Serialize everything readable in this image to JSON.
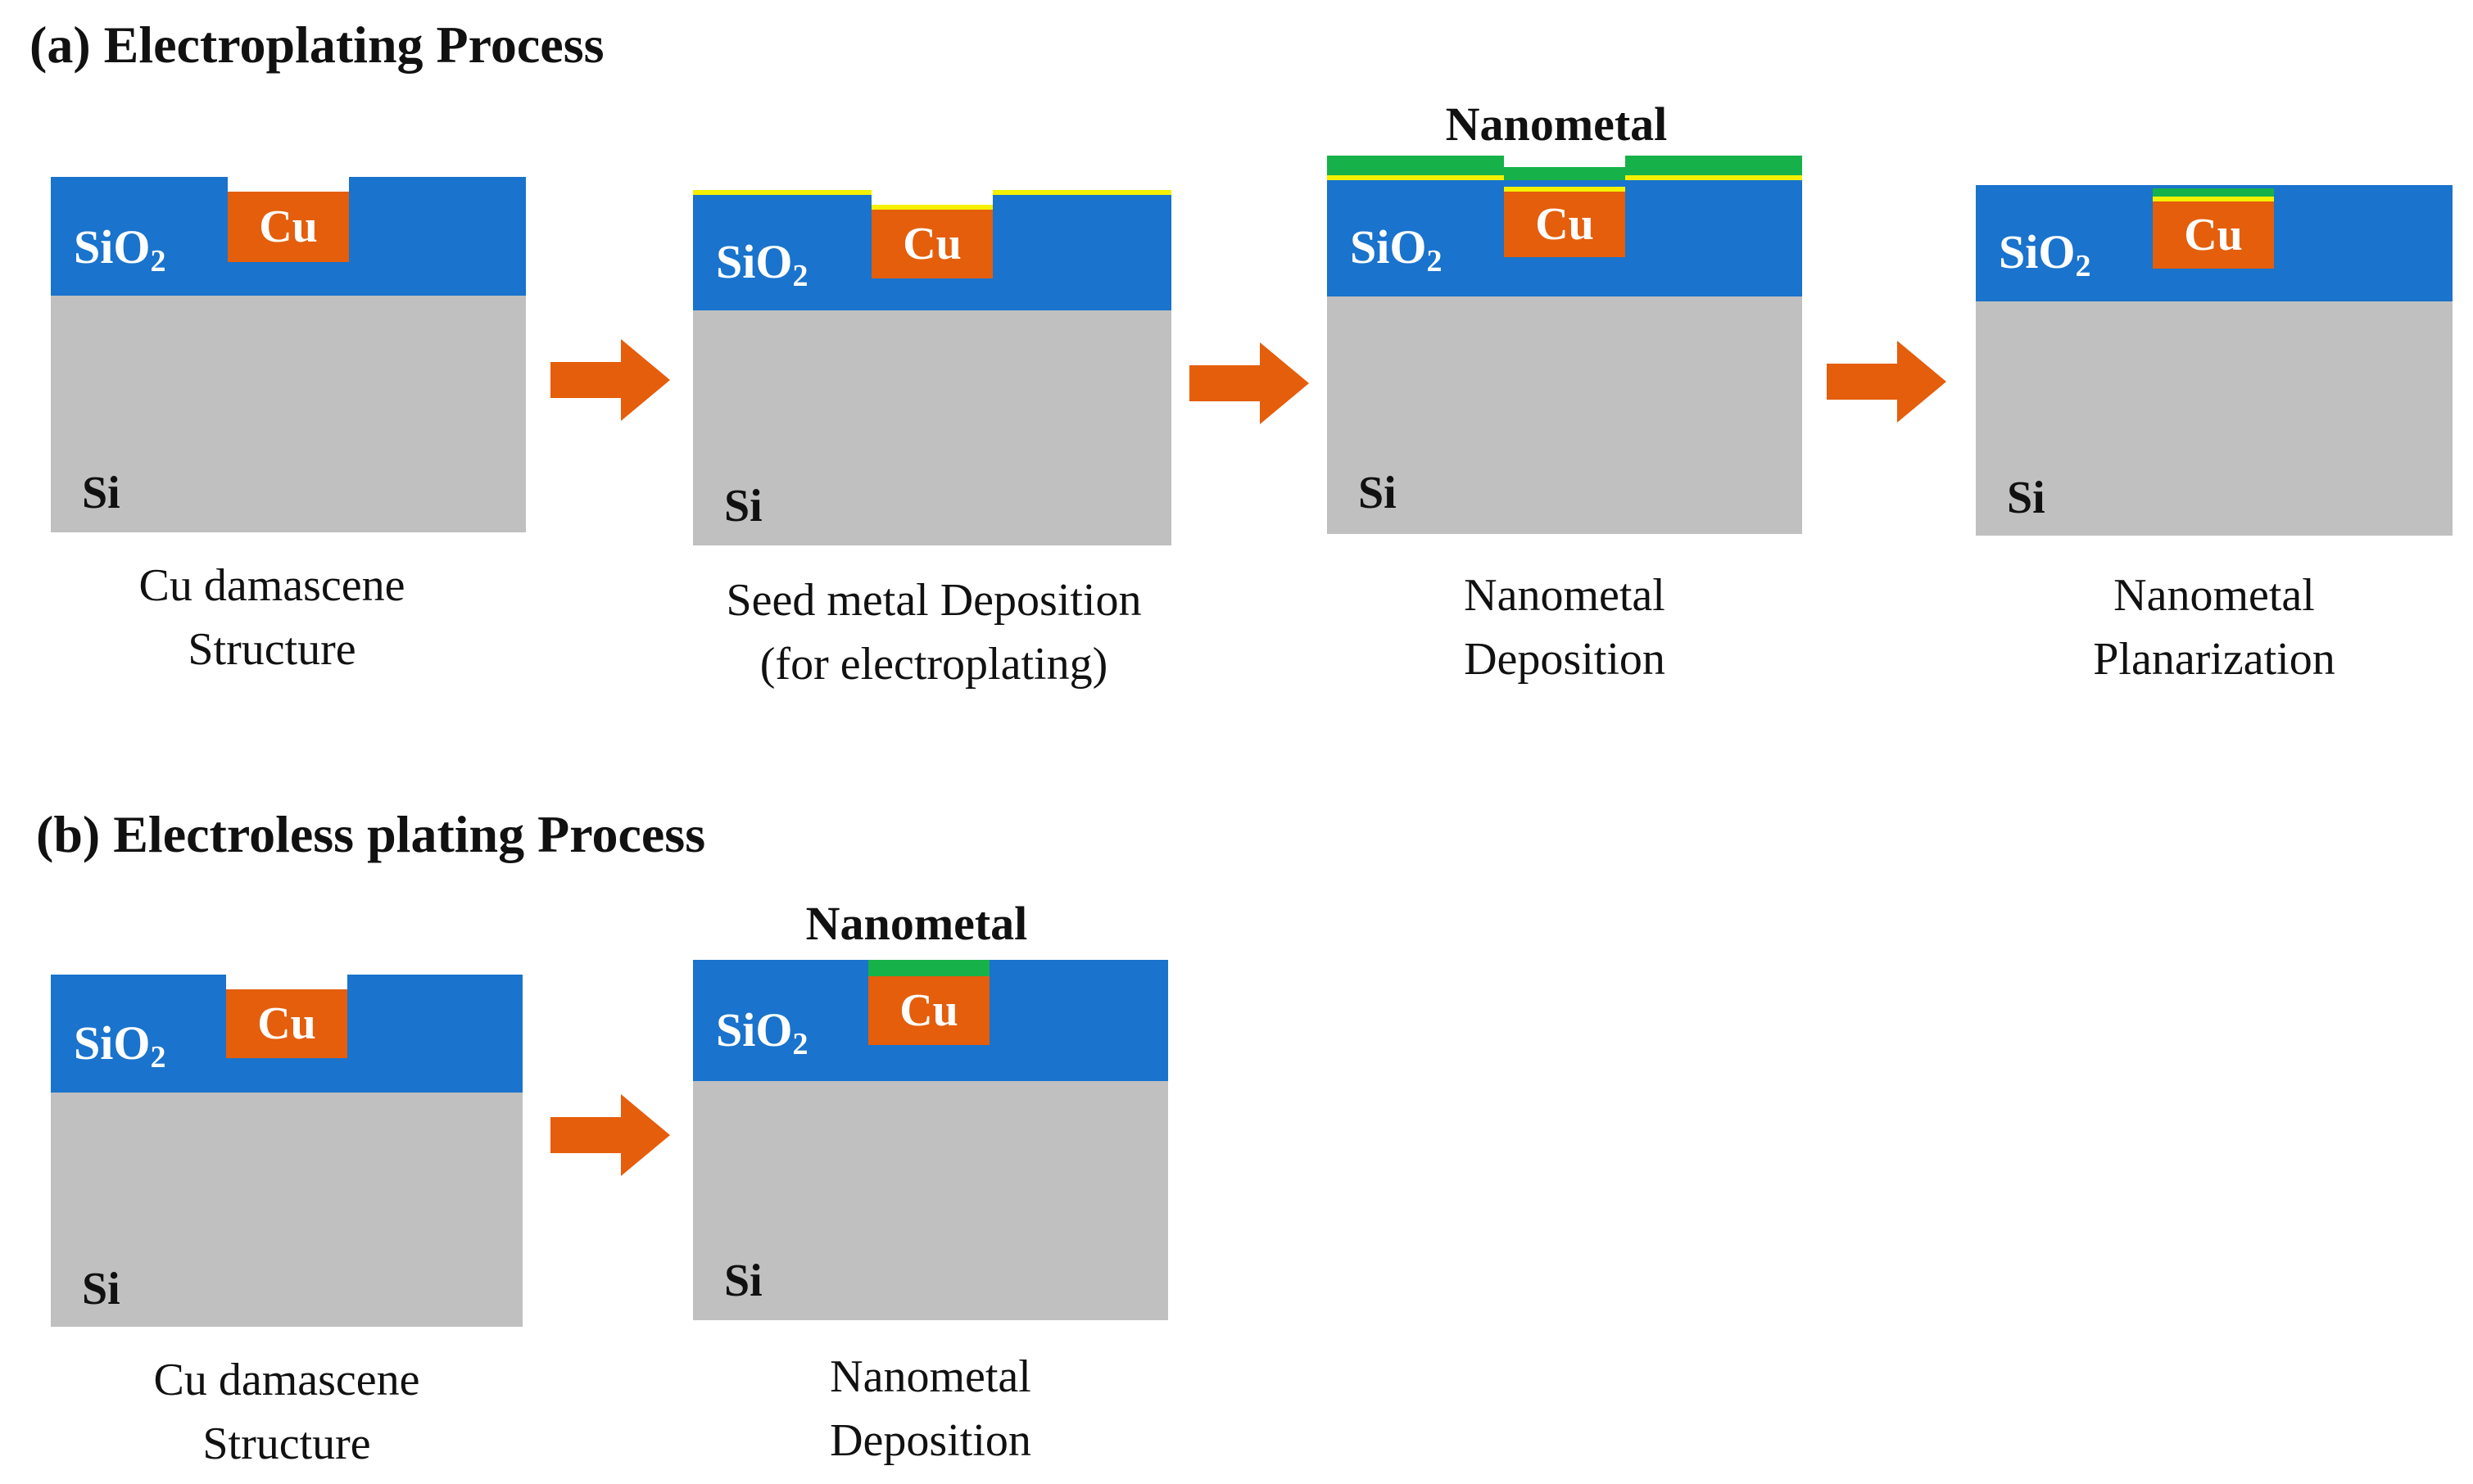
{
  "section_a": {
    "title": "(a) Electroplating Process",
    "steps": [
      {
        "caption_line1": "Cu damascene",
        "caption_line2": "Structure"
      },
      {
        "caption_line1": "Seed metal Deposition",
        "caption_line2": "(for electroplating)"
      },
      {
        "caption_line1": "Nanometal",
        "caption_line2": "Deposition",
        "top_label": "Nanometal"
      },
      {
        "caption_line1": "Nanometal",
        "caption_line2": "Planarization"
      }
    ]
  },
  "section_b": {
    "title": "(b) Electroless plating Process",
    "steps": [
      {
        "caption_line1": "Cu damascene",
        "caption_line2": "Structure"
      },
      {
        "caption_line1": "Nanometal",
        "caption_line2": "Deposition",
        "top_label": "Nanometal"
      }
    ]
  },
  "labels": {
    "sio2": "SiO",
    "sio2_sub": "2",
    "si": "Si",
    "cu": "Cu"
  },
  "colors": {
    "sio2": "#1a73cc",
    "si": "#c0c0c0",
    "cu": "#e45e0c",
    "seed_metal": "#f5f000",
    "nanometal": "#17b14a",
    "arrow": "#e45e0c"
  },
  "icons": {
    "arrow": "right-arrow-icon"
  }
}
